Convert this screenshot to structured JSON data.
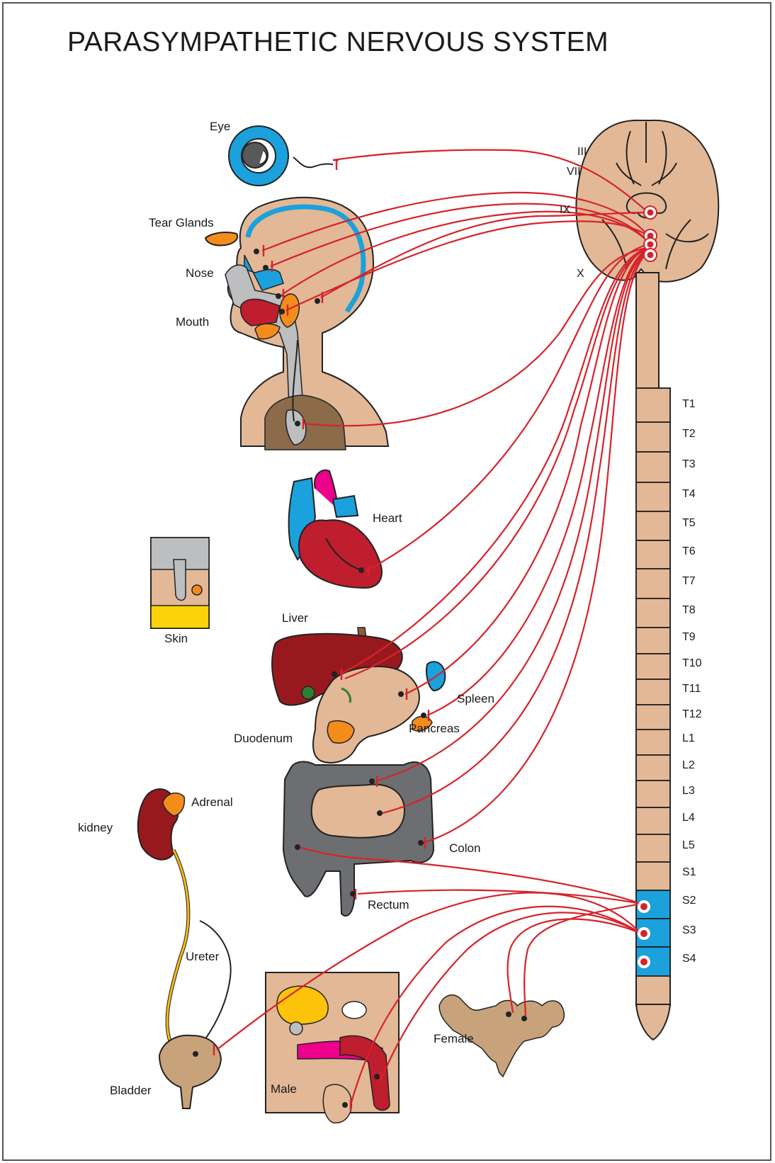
{
  "title": "PARASYMPATHETIC NERVOUS SYSTEM",
  "organs": {
    "eye": "Eye",
    "tear_glands": "Tear Glands",
    "nose": "Nose",
    "mouth": "Mouth",
    "heart": "Heart",
    "skin": "Skin",
    "liver": "Liver",
    "spleen": "Spleen",
    "pancreas": "Pancreas",
    "duodenum": "Duodenum",
    "adrenal": "Adrenal",
    "kidney": "kidney",
    "colon": "Colon",
    "rectum": "Rectum",
    "ureter": "Ureter",
    "bladder": "Bladder",
    "male": "Male",
    "female": "Female"
  },
  "cranial_nerves": [
    "III",
    "VII",
    "IX",
    "X"
  ],
  "spinal_segments": [
    "T1",
    "T2",
    "T3",
    "T4",
    "T5",
    "T6",
    "T7",
    "T8",
    "T9",
    "T10",
    "T11",
    "T12",
    "L1",
    "L2",
    "L3",
    "L4",
    "L5",
    "S1",
    "S2",
    "S3",
    "S4"
  ],
  "colors": {
    "nerve": "#d6232a",
    "skin_tan": "#e3b897",
    "eye_blue": "#1ba1dc",
    "gland_orange": "#f48c1c",
    "liver_red": "#98191d",
    "gut_gray": "#6d6e71",
    "sacral_blue": "#1ba1dc"
  }
}
